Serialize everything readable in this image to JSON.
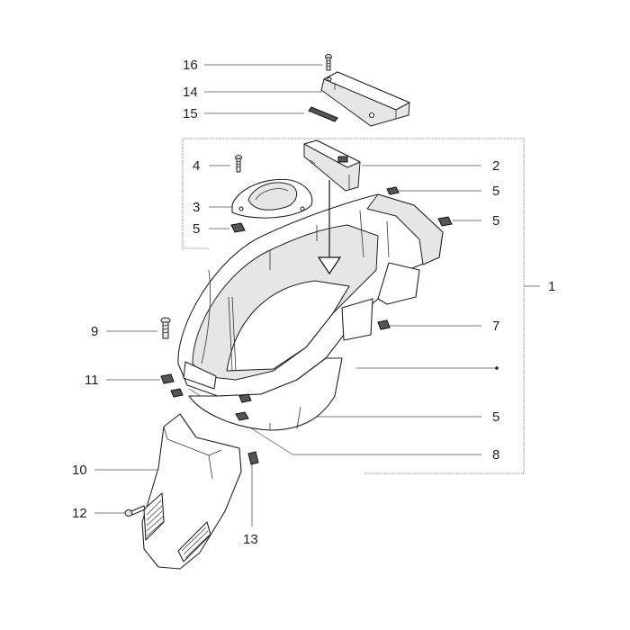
{
  "diagram": {
    "callouts": [
      {
        "id": "c16",
        "label": "16"
      },
      {
        "id": "c14",
        "label": "14"
      },
      {
        "id": "c15",
        "label": "15"
      },
      {
        "id": "c4",
        "label": "4"
      },
      {
        "id": "c2",
        "label": "2"
      },
      {
        "id": "c5a",
        "label": "5"
      },
      {
        "id": "c3",
        "label": "3"
      },
      {
        "id": "c5b",
        "label": "5"
      },
      {
        "id": "c5c",
        "label": "5"
      },
      {
        "id": "c1",
        "label": "1"
      },
      {
        "id": "c9",
        "label": "9"
      },
      {
        "id": "c7",
        "label": "7"
      },
      {
        "id": "c11",
        "label": "11"
      },
      {
        "id": "c5d",
        "label": "5"
      },
      {
        "id": "c8",
        "label": "8"
      },
      {
        "id": "c10",
        "label": "10"
      },
      {
        "id": "c12",
        "label": "12"
      },
      {
        "id": "c13",
        "label": "13"
      }
    ]
  }
}
